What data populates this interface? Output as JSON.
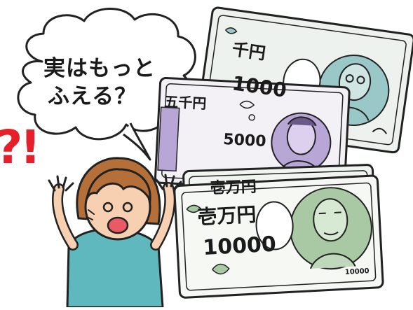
{
  "speech_bubble": {
    "line1": "実はもっと",
    "line2": "ふえる？"
  },
  "exclamation": "?!",
  "banknotes": {
    "note_1000": {
      "kanji": "千円",
      "value": "1000"
    },
    "note_5000": {
      "kanji": "五千円",
      "value": "5000"
    },
    "note_10000_back": {
      "kanji": "壱万円"
    },
    "note_10000_front": {
      "kanji": "壱万円",
      "value": "10000",
      "corner_value": "10000"
    }
  },
  "colors": {
    "exclamation_red": "#e5202a",
    "shirt_teal": "#5fb8bd",
    "hair_brown": "#b5703a",
    "skin": "#f6d0b0",
    "note_1000_tint": "#9ac7c8",
    "note_5000_tint": "#b7a6d6",
    "note_10000_tint": "#a9c9a5"
  }
}
